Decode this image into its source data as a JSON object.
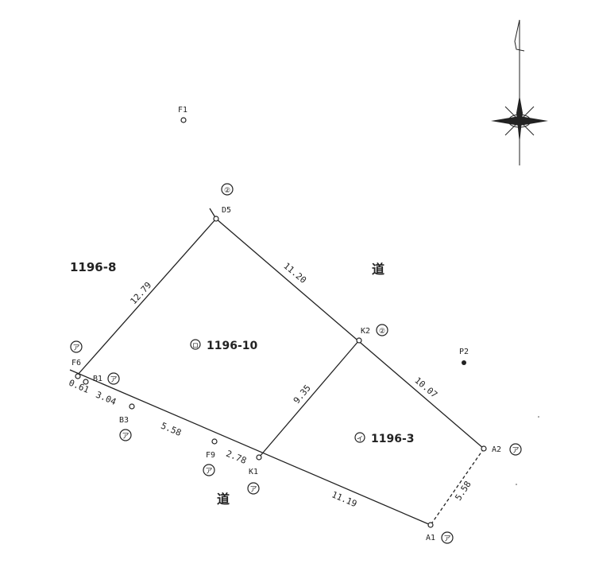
{
  "points": {
    "f1": "F1",
    "d5": "D5",
    "k2": "K2",
    "p2": "P2",
    "f6": "F6",
    "b1": "B1",
    "b3": "B3",
    "f9": "F9",
    "k1": "K1",
    "a2": "A2",
    "a1": "A1"
  },
  "point_marks": {
    "d5": "②",
    "k2": "②",
    "f6": "ア",
    "b1": "ア",
    "b3": "ア",
    "f9": "ア",
    "k1": "ア",
    "a2": "ア",
    "a1": "ア"
  },
  "parcels": {
    "west_neighbor": "1196-8",
    "lot_ro": "1196-10",
    "lot_ro_mark": "ロ",
    "lot_i": "1196-3",
    "lot_i_mark": "イ"
  },
  "road_labels": {
    "north": "道",
    "south": "道"
  },
  "distances": {
    "f6_d5": "12.79",
    "d5_k2": "11.20",
    "k2_a2": "10.07",
    "k2_k1": "9.35",
    "a2_a1": "5.58",
    "k1_a1": "11.19",
    "f6_b1": "0.61",
    "b1_b3": "3.04",
    "b3_f9": "5.58",
    "f9_k1": "2.78"
  },
  "icons": {
    "north_arrow": "compass-north-arrow-icon"
  }
}
